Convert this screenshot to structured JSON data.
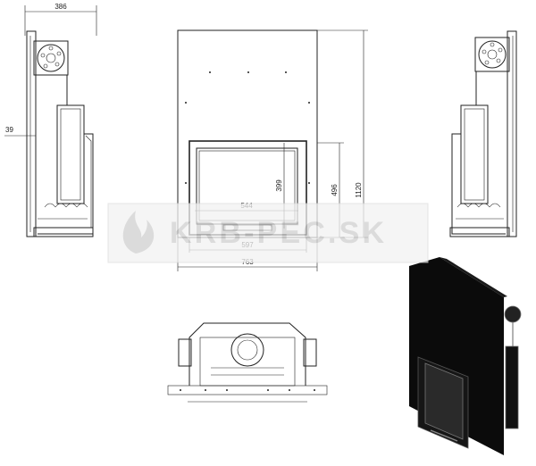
{
  "dimensions": {
    "side_depth": "386",
    "side_offset": "39",
    "opening_width": "544",
    "glass_height": "399",
    "frame_height": "496",
    "total_height": "1120",
    "frame_width": "597",
    "total_width": "763"
  },
  "watermark": {
    "text": "KRB-PEC.SK",
    "color": "#cfcfcf"
  },
  "colors": {
    "line": "#222222",
    "render_body": "#0b0b0b",
    "render_glass": "#2a2a2a"
  }
}
